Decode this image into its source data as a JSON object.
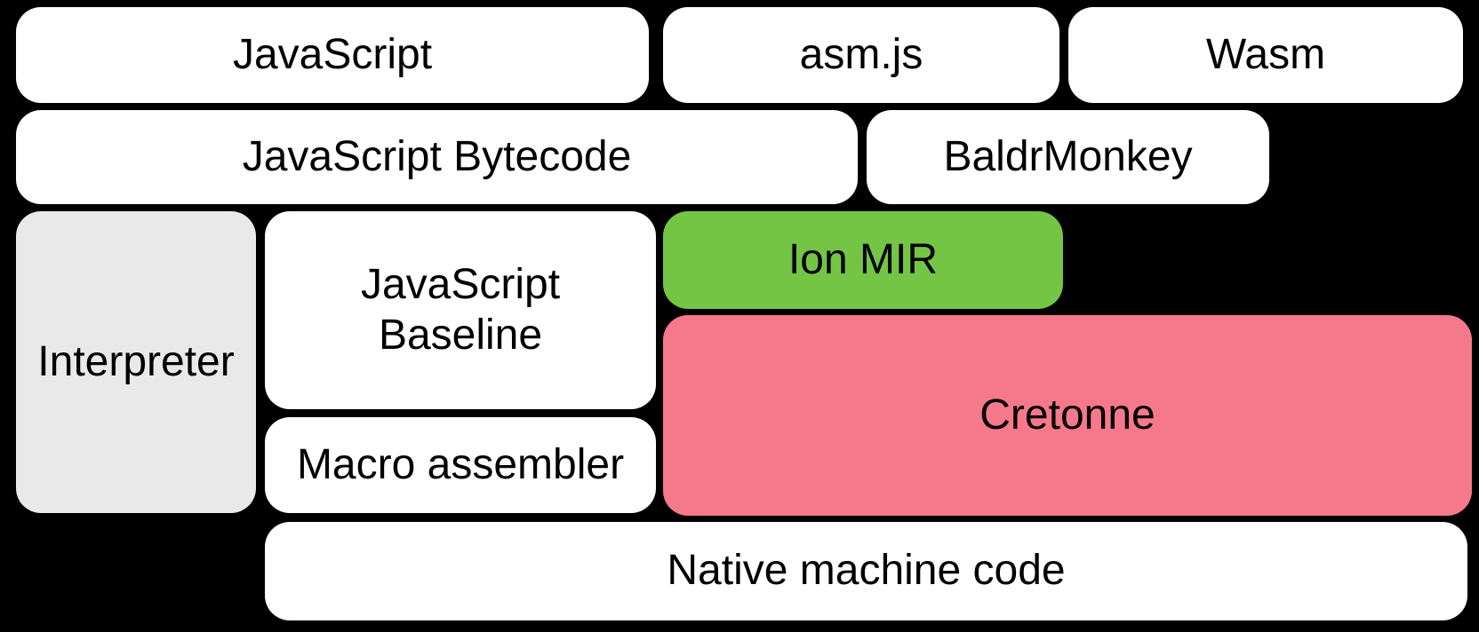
{
  "diagram": {
    "description": "Compiler pipeline block diagram",
    "background_color": "#000000",
    "text_color": "#000000",
    "boxes": [
      {
        "id": "javascript",
        "label": "JavaScript",
        "color": "#ffffff"
      },
      {
        "id": "asmjs",
        "label": "asm.js",
        "color": "#ffffff"
      },
      {
        "id": "wasm",
        "label": "Wasm",
        "color": "#ffffff"
      },
      {
        "id": "bytecode",
        "label": "JavaScript Bytecode",
        "color": "#ffffff"
      },
      {
        "id": "baldrmonkey",
        "label": "BaldrMonkey",
        "color": "#ffffff"
      },
      {
        "id": "interpreter",
        "label": "Interpreter",
        "color": "#e9e9e9"
      },
      {
        "id": "baseline",
        "label": "JavaScript Baseline",
        "color": "#ffffff"
      },
      {
        "id": "ion_mir",
        "label": "Ion MIR",
        "color": "#74c544"
      },
      {
        "id": "cretonne",
        "label": "Cretonne",
        "color": "#f5798a"
      },
      {
        "id": "macro_assembler",
        "label": "Macro assembler",
        "color": "#ffffff"
      },
      {
        "id": "native",
        "label": "Native machine code",
        "color": "#ffffff"
      }
    ]
  }
}
